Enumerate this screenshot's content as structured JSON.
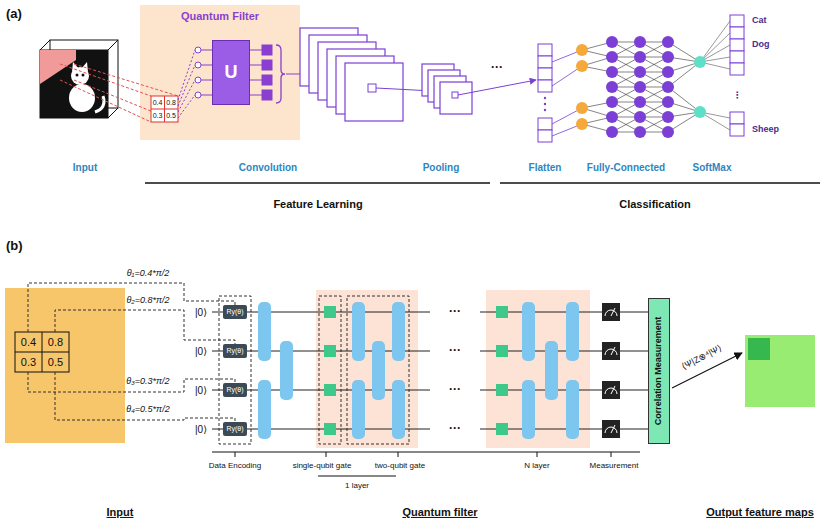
{
  "diagram": {
    "nodes": [
      {
        "text": [
          "Quantum Filter"
        ]
      },
      {
        "text": [
          "U"
        ],
        "in": 0
      },
      {
        "text": [
          "Ry(θ)"
        ]
      },
      {
        "text": [
          "Ry(θ)"
        ]
      },
      {
        "text": [
          "Ry(θ)"
        ]
      },
      {
        "text": [
          "Ry(θ)"
        ]
      },
      {
        "text": [
          "Correlation Measurement"
        ]
      }
    ],
    "labels": [
      "(a)",
      "0.4",
      "0.8",
      "0.3",
      "0.5",
      "Cat",
      "Dog",
      "⋮",
      "Sheep",
      "Input",
      "Convolution",
      "Pooling",
      "Flatten",
      "Fully-Connected",
      "SoftMax",
      "Feature Learning",
      "Classification",
      "(b)",
      "θ₁=0.4*π/2",
      "θ₂=0.8*π/2",
      "θ₃=0.3*π/2",
      "θ₄=0.5*π/2",
      "0.4",
      "0.8",
      "0.3",
      "0.5",
      "|0⟩",
      "|0⟩",
      "|0⟩",
      "|0⟩",
      "···",
      "···",
      "···",
      "···",
      "···",
      "Data Encoding",
      "single-qubit gate",
      "two-qubit gate",
      "1 layer",
      "N layer",
      "Measurement",
      "⟨Ψ|Z⊗⁴|Ψ⟩",
      "Input",
      "Quantum filter",
      "Output feature maps"
    ]
  }
}
